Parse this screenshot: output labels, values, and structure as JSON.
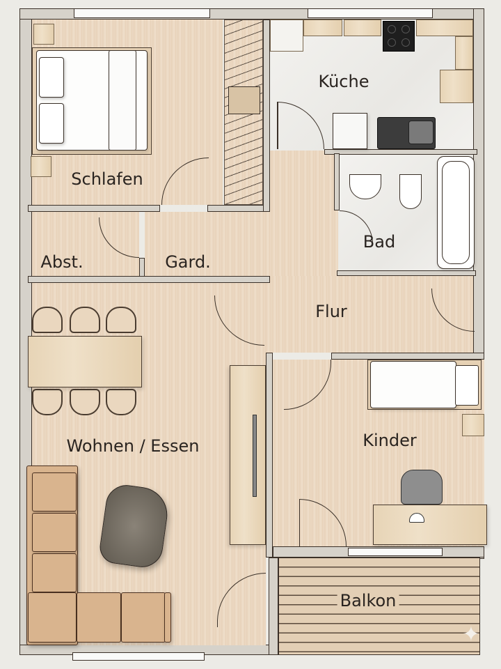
{
  "rooms": {
    "schlafen": {
      "label": "Schlafen"
    },
    "kueche": {
      "label": "Küche"
    },
    "bad": {
      "label": "Bad"
    },
    "abstellraum": {
      "label": "Abst."
    },
    "garderobe": {
      "label": "Gard."
    },
    "flur": {
      "label": "Flur"
    },
    "wohnen_essen": {
      "label": "Wohnen / Essen"
    },
    "kinder": {
      "label": "Kinder"
    },
    "balkon": {
      "label": "Balkon"
    }
  },
  "colors": {
    "wall": "#d6d2ca",
    "outline": "#3a3028",
    "wood_floor": "#ecd9c3",
    "tile_floor": "#efeeea",
    "sofa": "#d9b48e",
    "background": "#ecebe6"
  },
  "icons": {
    "watermark": "sparkle-icon"
  }
}
